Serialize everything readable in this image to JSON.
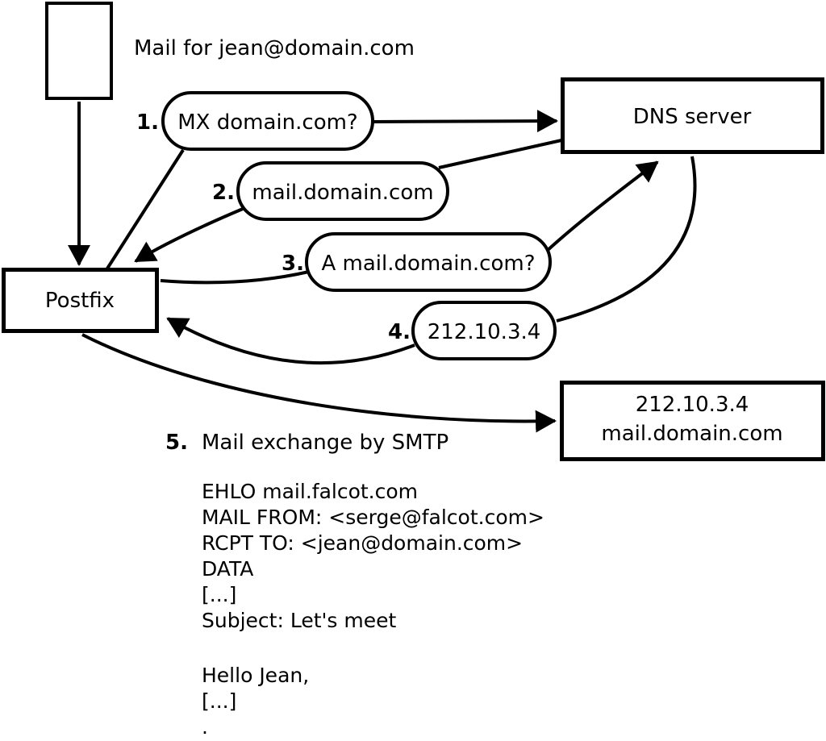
{
  "diagram": {
    "note": "Mail for jean@domain.com",
    "nodes": {
      "postfix": "Postfix",
      "dns": "DNS server",
      "mailserver_line1": "212.10.3.4",
      "mailserver_line2": "mail.domain.com"
    },
    "steps": [
      {
        "num": "1.",
        "label": "MX domain.com?"
      },
      {
        "num": "2.",
        "label": "mail.domain.com"
      },
      {
        "num": "3.",
        "label": "A mail.domain.com?"
      },
      {
        "num": "4.",
        "label": "212.10.3.4"
      },
      {
        "num": "5.",
        "label": "Mail exchange by SMTP"
      }
    ],
    "smtp": {
      "lines": [
        "EHLO mail.falcot.com",
        "MAIL FROM: <serge@falcot.com>",
        "RCPT TO: <jean@domain.com>",
        "DATA",
        "[...]",
        "Subject: Let's meet",
        "Hello Jean,",
        "[...]",
        "."
      ]
    },
    "colors": {
      "stroke": "#000000",
      "fill": "#ffffff"
    }
  }
}
